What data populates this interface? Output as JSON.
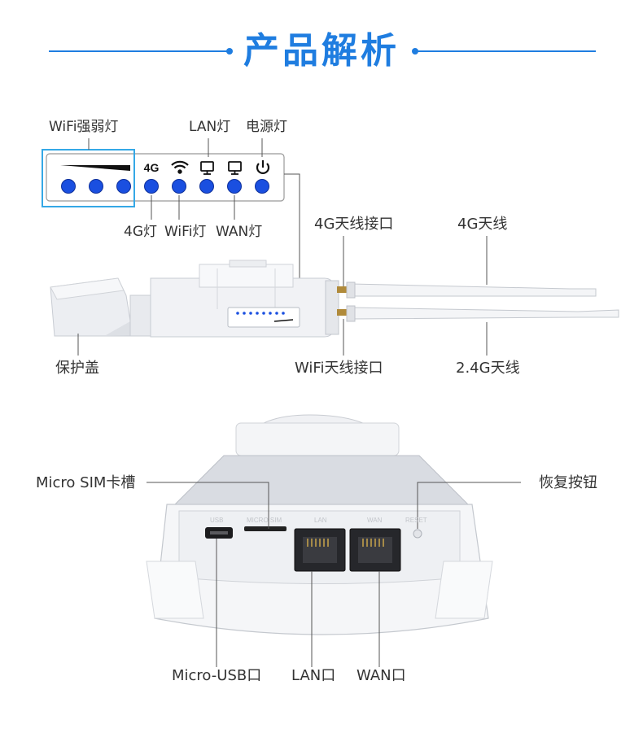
{
  "header": {
    "title": "产品解析",
    "accent_color": "#1f7de0"
  },
  "led_panel": {
    "wifi_strength_label": "WiFi强弱灯",
    "lan_label": "LAN灯",
    "power_label": "电源灯",
    "label_4g": "4G灯",
    "wifi_label": "WiFi灯",
    "wan_label": "WAN灯",
    "led_4g_text": "4G",
    "led_color": "#1a4fe0",
    "icons": [
      "signal-bar-icon",
      "wifi-icon",
      "lan-monitor-icon",
      "wan-monitor-icon",
      "power-icon"
    ]
  },
  "device_top": {
    "antenna_4g_port": "4G天线接口",
    "antenna_4g": "4G天线",
    "protective_cover": "保护盖",
    "antenna_wifi_port": "WiFi天线接口",
    "antenna_24g": "2.4G天线"
  },
  "device_bottom": {
    "sim_slot": "Micro SIM卡槽",
    "reset_button": "恢复按钮",
    "micro_usb": "Micro-USB口",
    "lan_port": "LAN口",
    "wan_port": "WAN口",
    "port_labels": [
      "USB",
      "MICRO SIM",
      "LAN",
      "WAN",
      "RESET"
    ]
  }
}
